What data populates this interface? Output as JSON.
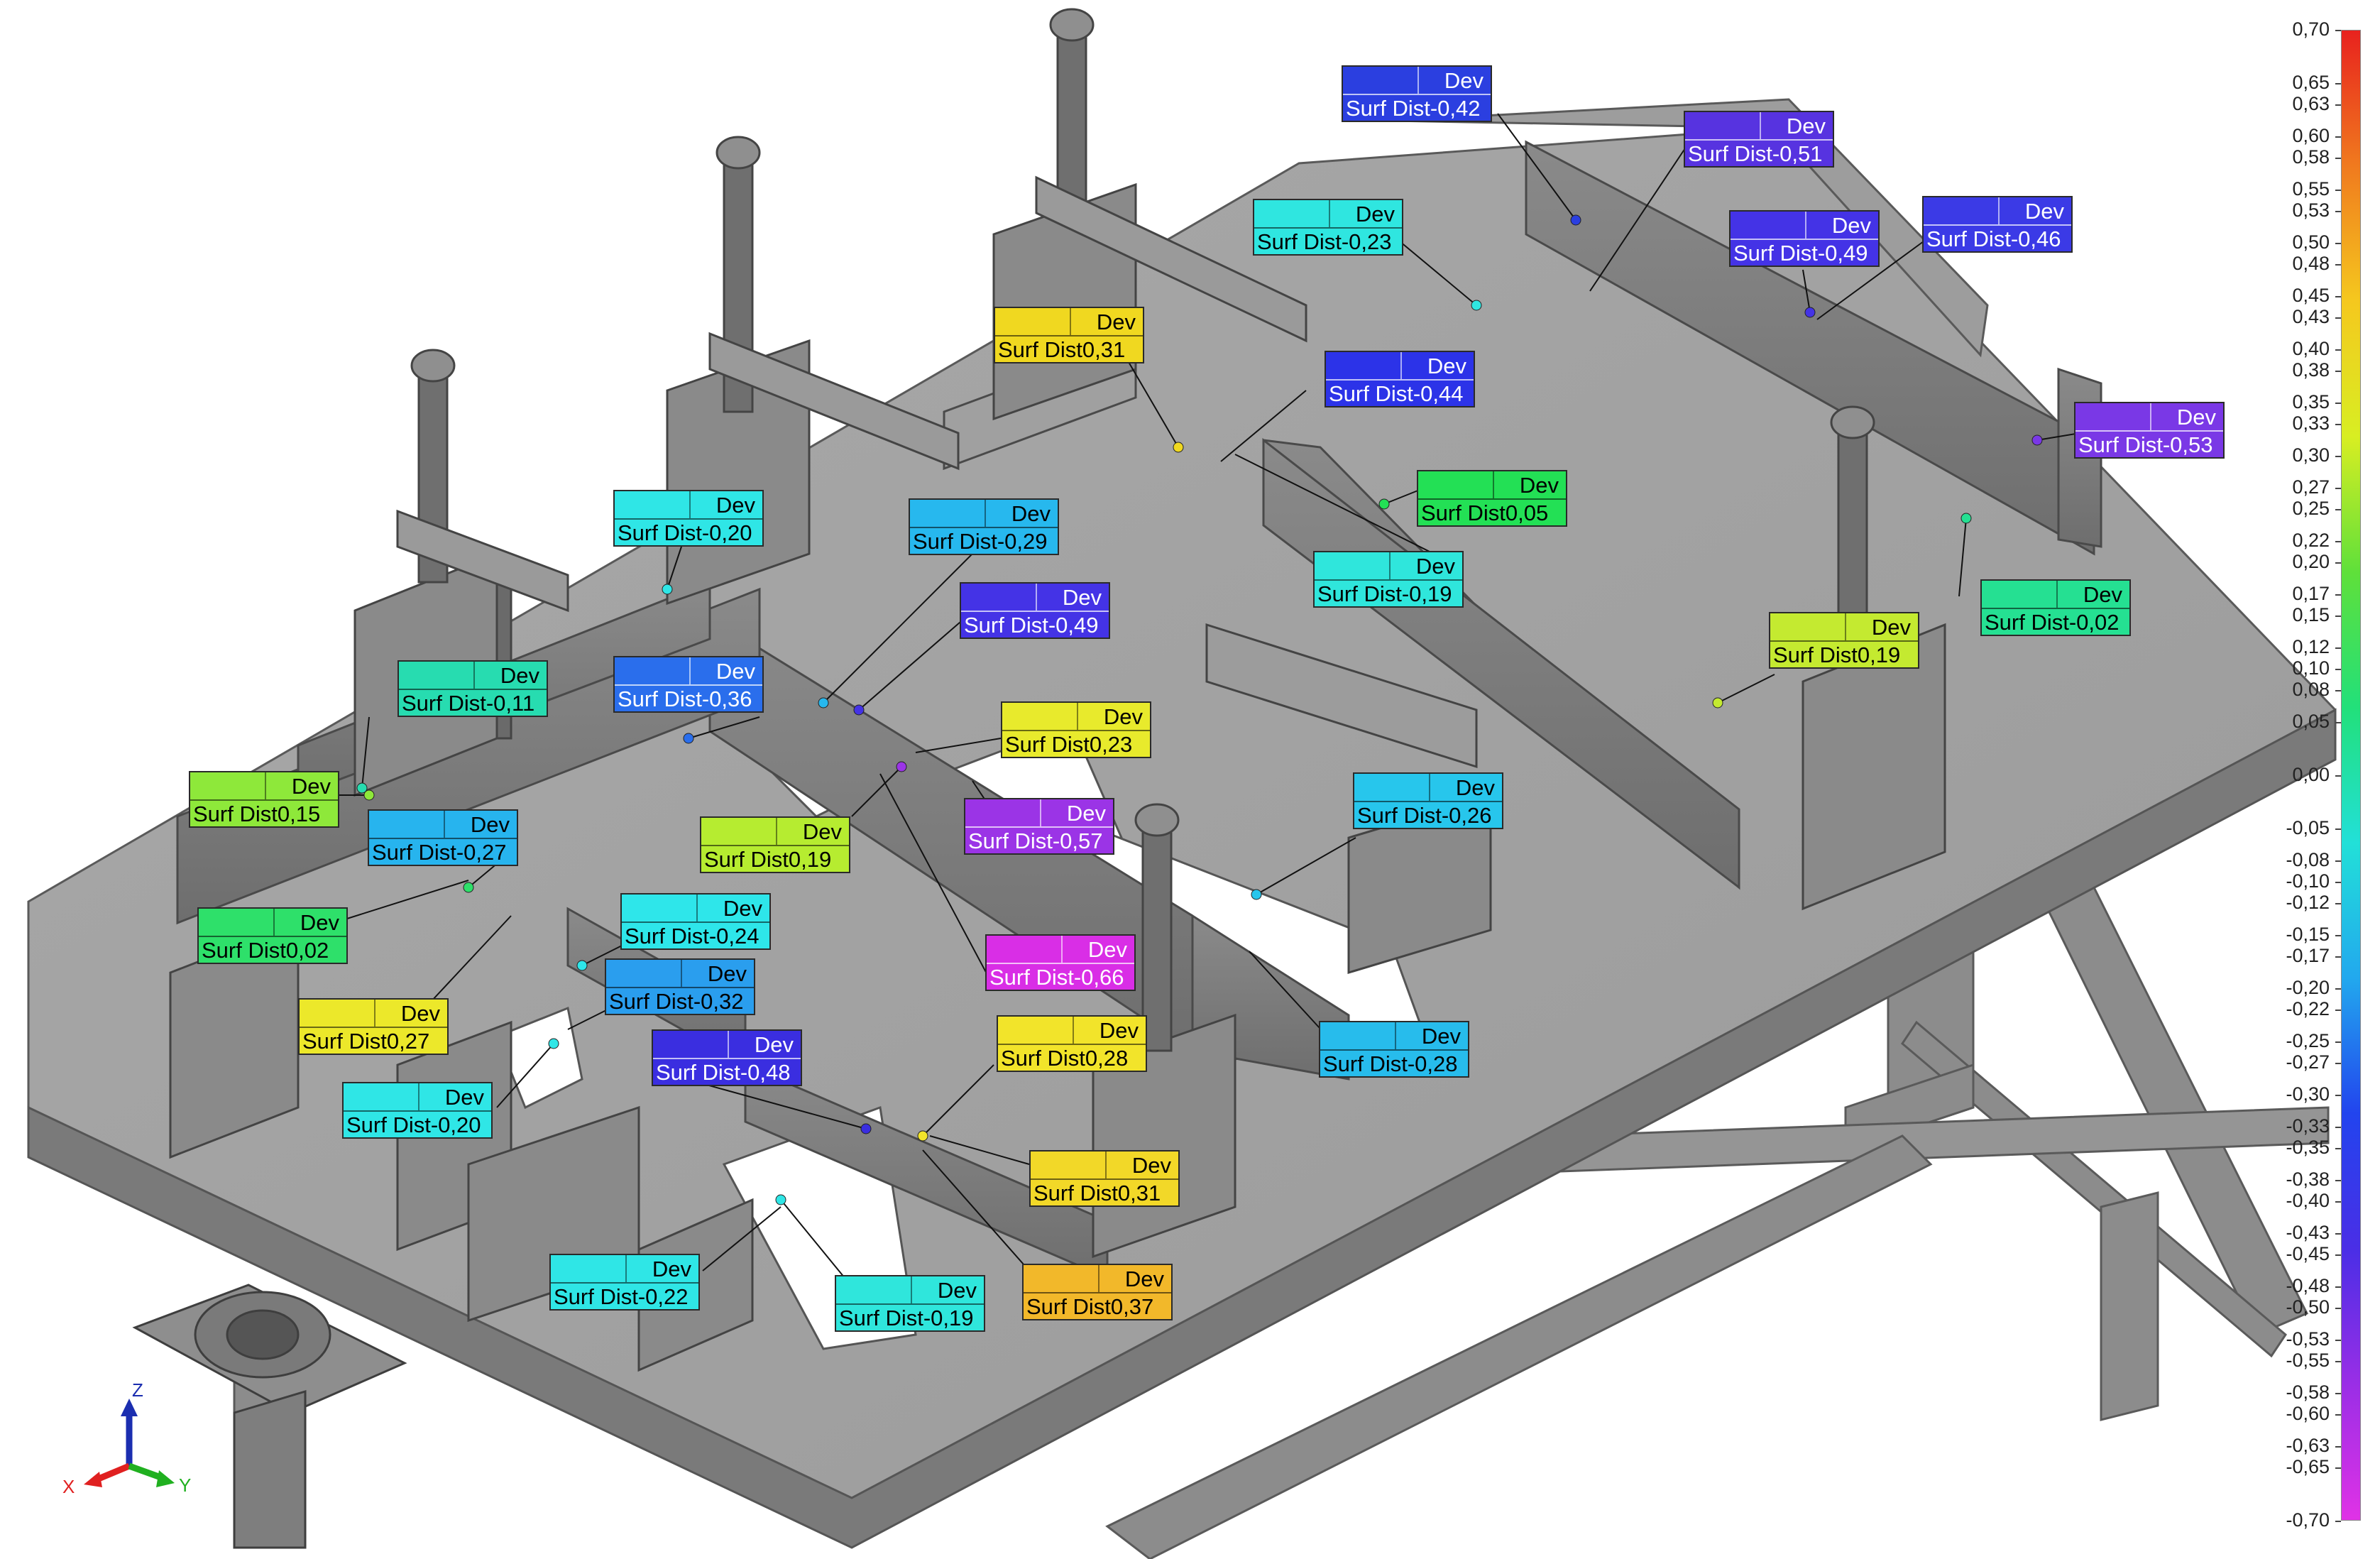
{
  "callouts": [
    {
      "header": "Dev",
      "label": "Surf Dist",
      "value": "-0,42",
      "color": "#2b3fe0"
    },
    {
      "header": "Dev",
      "label": "Surf Dist",
      "value": "-0,51",
      "color": "#5733e0"
    },
    {
      "header": "Dev",
      "label": "Surf Dist",
      "value": "-0,23",
      "color": "#2fe6e0"
    },
    {
      "header": "Dev",
      "label": "Surf Dist",
      "value": "-0,49",
      "color": "#4433e6"
    },
    {
      "header": "Dev",
      "label": "Surf Dist",
      "value": "-0,46",
      "color": "#3b3ae6"
    },
    {
      "header": "Dev",
      "label": "Surf Dist",
      "value": "0,31",
      "color": "#f0d820"
    },
    {
      "header": "Dev",
      "label": "Surf Dist",
      "value": "-0,44",
      "color": "#2c33e8"
    },
    {
      "header": "Dev",
      "label": "Surf Dist",
      "value": "-0,53",
      "color": "#7a38e6"
    },
    {
      "header": "Dev",
      "label": "Surf Dist",
      "value": "-0,20",
      "color": "#2fe6e6"
    },
    {
      "header": "Dev",
      "label": "Surf Dist",
      "value": "-0,29",
      "color": "#27b8ee"
    },
    {
      "header": "Dev",
      "label": "Surf Dist",
      "value": "0,05",
      "color": "#23e055"
    },
    {
      "header": "Dev",
      "label": "Surf Dist",
      "value": "-0,19",
      "color": "#2fe6dc"
    },
    {
      "header": "Dev",
      "label": "Surf Dist",
      "value": "-0,49",
      "color": "#4433e6"
    },
    {
      "header": "Dev",
      "label": "Surf Dist",
      "value": "-0,02",
      "color": "#25e092"
    },
    {
      "header": "Dev",
      "label": "Surf Dist",
      "value": "-0,11",
      "color": "#27dcb0"
    },
    {
      "header": "Dev",
      "label": "Surf Dist",
      "value": "-0,36",
      "color": "#2a6eec"
    },
    {
      "header": "Dev",
      "label": "Surf Dist",
      "value": "0,19",
      "color": "#b6ec30"
    },
    {
      "header": "Dev",
      "label": "Surf Dist",
      "value": "0,23",
      "color": "#e8ea2c"
    },
    {
      "header": "Dev",
      "label": "Surf Dist",
      "value": "0,15",
      "color": "#8ee83a"
    },
    {
      "header": "Dev",
      "label": "Surf Dist",
      "value": "-0,27",
      "color": "#27b4ee"
    },
    {
      "header": "Dev",
      "label": "Surf Dist",
      "value": "-0,57",
      "color": "#9b34e6"
    },
    {
      "header": "Dev",
      "label": "Surf Dist",
      "value": "-0,26",
      "color": "#27c6ec"
    },
    {
      "header": "Dev",
      "label": "Surf Dist",
      "value": "0,19",
      "color": "#c4ea30"
    },
    {
      "header": "Dev",
      "label": "Surf Dist",
      "value": "0,02",
      "color": "#2ee06a"
    },
    {
      "header": "Dev",
      "label": "Surf Dist",
      "value": "-0,24",
      "color": "#2ee6ea"
    },
    {
      "header": "Dev",
      "label": "Surf Dist",
      "value": "-0,32",
      "color": "#2a9eee"
    },
    {
      "header": "Dev",
      "label": "Surf Dist",
      "value": "-0,66",
      "color": "#d92ee6"
    },
    {
      "header": "Dev",
      "label": "Surf Dist",
      "value": "0,27",
      "color": "#ece82a"
    },
    {
      "header": "Dev",
      "label": "Surf Dist",
      "value": "-0,48",
      "color": "#3a2ee0"
    },
    {
      "header": "Dev",
      "label": "Surf Dist",
      "value": "0,28",
      "color": "#f2e42a"
    },
    {
      "header": "Dev",
      "label": "Surf Dist",
      "value": "-0,28",
      "color": "#27bcec"
    },
    {
      "header": "Dev",
      "label": "Surf Dist",
      "value": "-0,20",
      "color": "#2fe6e6"
    },
    {
      "header": "Dev",
      "label": "Surf Dist",
      "value": "0,31",
      "color": "#f2d828"
    },
    {
      "header": "Dev",
      "label": "Surf Dist",
      "value": "-0,22",
      "color": "#2fe6e6"
    },
    {
      "header": "Dev",
      "label": "Surf Dist",
      "value": "-0,19",
      "color": "#2fe6dc"
    },
    {
      "header": "Dev",
      "label": "Surf Dist",
      "value": "0,37",
      "color": "#f2b82a"
    }
  ],
  "legend": {
    "ticks": [
      "0,70",
      "0,65",
      "0,63",
      "0,60",
      "0,58",
      "0,55",
      "0,53",
      "0,50",
      "0,48",
      "0,45",
      "0,43",
      "0,40",
      "0,38",
      "0,35",
      "0,33",
      "0,30",
      "0,27",
      "0,25",
      "0,22",
      "0,20",
      "0,17",
      "0,15",
      "0,12",
      "0,10",
      "0,08",
      "0,05",
      "0,00",
      "-0,05",
      "-0,08",
      "-0,10",
      "-0,12",
      "-0,15",
      "-0,17",
      "-0,20",
      "-0,22",
      "-0,25",
      "-0,27",
      "-0,30",
      "-0,33",
      "-0,35",
      "-0,38",
      "-0,40",
      "-0,43",
      "-0,45",
      "-0,48",
      "-0,50",
      "-0,53",
      "-0,55",
      "-0,58",
      "-0,60",
      "-0,63",
      "-0,65",
      "-0,70"
    ],
    "gradient_colors": [
      "#e8221e",
      "#f07a1e",
      "#f5c81e",
      "#d8ee22",
      "#5fe03a",
      "#22e07a",
      "#22e0d8",
      "#22a8ee",
      "#2244ee",
      "#4a2ee6",
      "#9a2ee6",
      "#e032e6"
    ]
  },
  "triad": {
    "x_label": "X",
    "y_label": "Y",
    "z_label": "Z",
    "x_color": "#e02020",
    "y_color": "#20b020",
    "z_color": "#1b2eb0"
  }
}
